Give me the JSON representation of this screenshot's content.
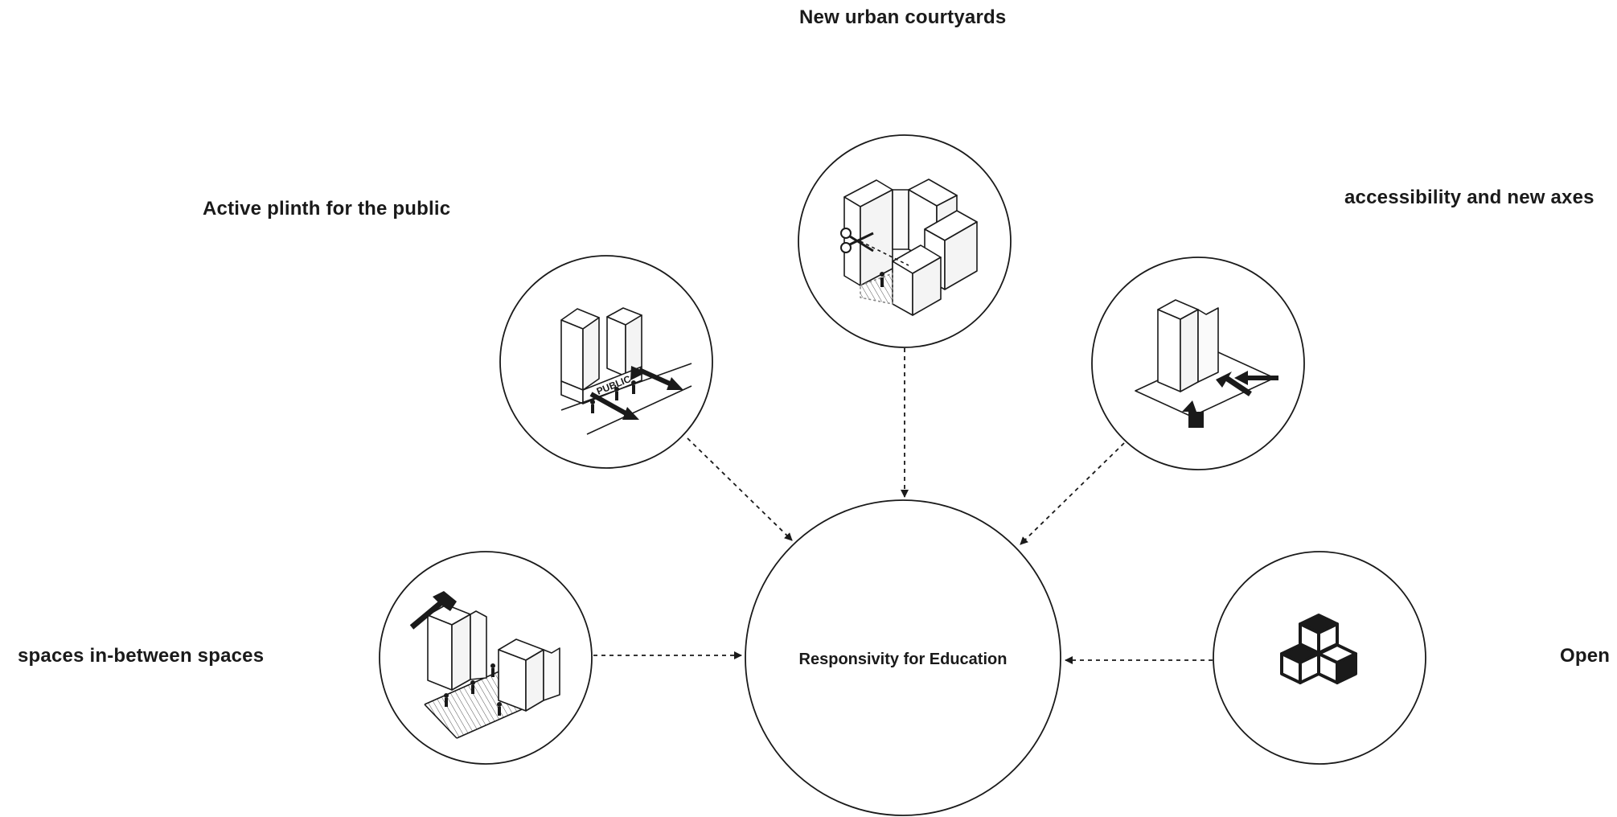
{
  "diagram": {
    "center": {
      "label": "Responsivity for Education"
    },
    "nodes": [
      {
        "id": "courtyards",
        "label": "New urban courtyards",
        "icon": "courtyard-scissors-icon"
      },
      {
        "id": "plinth",
        "label": "Active plinth for the public",
        "icon": "public-plinth-icon",
        "icon_text": "PUBLIC"
      },
      {
        "id": "axes",
        "label": "accessibility and new axes",
        "icon": "access-axes-icon"
      },
      {
        "id": "between",
        "label": "spaces in-between spaces",
        "icon": "hammer-buildings-icon"
      },
      {
        "id": "open",
        "label": "Open",
        "icon": "cubes-icon"
      }
    ],
    "colors": {
      "stroke": "#1a1a1a",
      "background": "#ffffff"
    }
  }
}
